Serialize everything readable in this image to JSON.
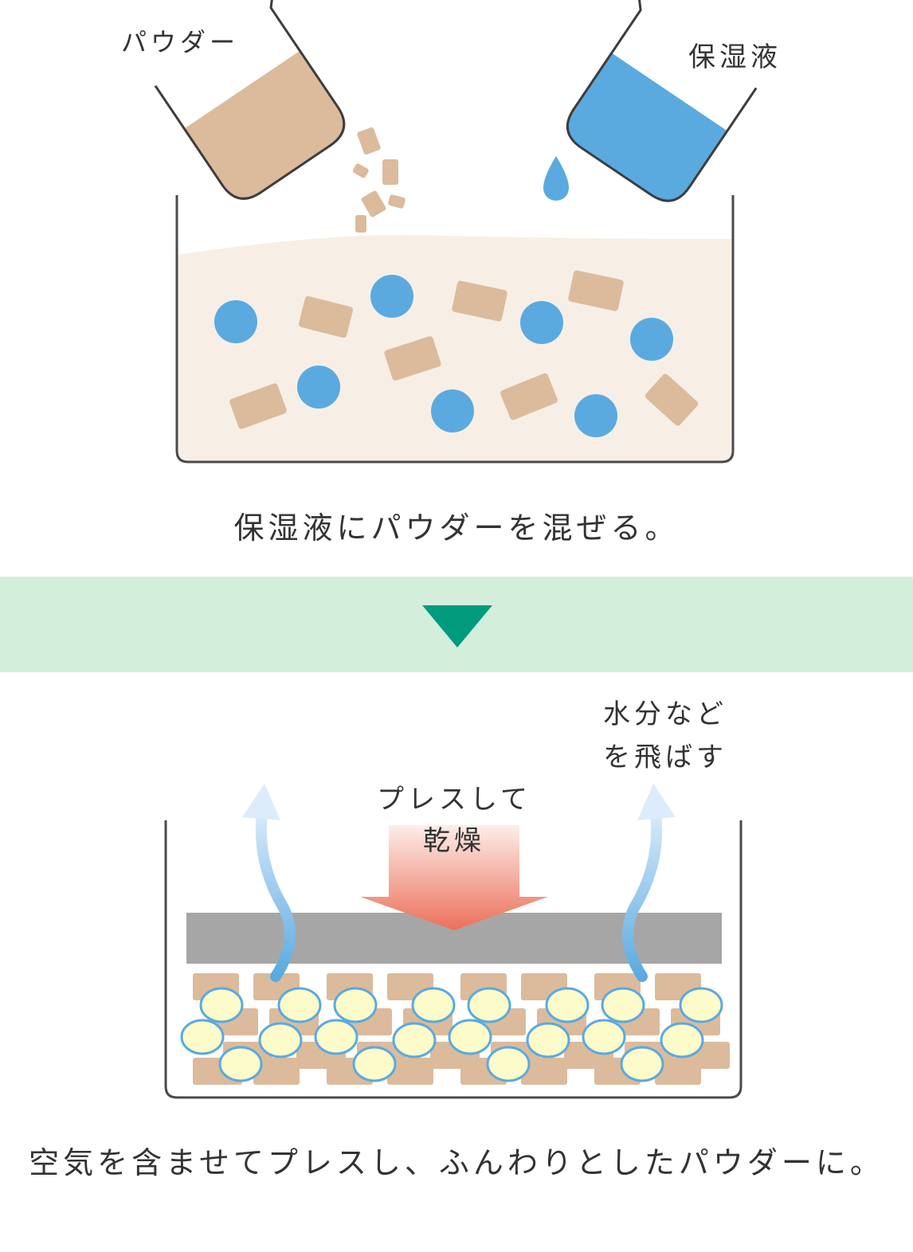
{
  "step1": {
    "powder_label": "パウダー",
    "lotion_label": "保湿液",
    "caption": "保湿液にパウダーを混ぜる。"
  },
  "step2": {
    "evaporate_label": "水分などを飛ばす",
    "press_label": "プレスして乾燥",
    "caption": "空気を含ませてプレスし、ふんわりとしたパウダーに。"
  },
  "colors": {
    "powder": "#dbbb9c",
    "lotion": "#5aaae0",
    "mixture": "#f7efe6",
    "band": "#d3efdc",
    "band_arrow": "#009b7d",
    "press_arrow": "#ec6f5a",
    "plate": "#a6a6a6",
    "air_bubble": "#fdfbc9"
  }
}
